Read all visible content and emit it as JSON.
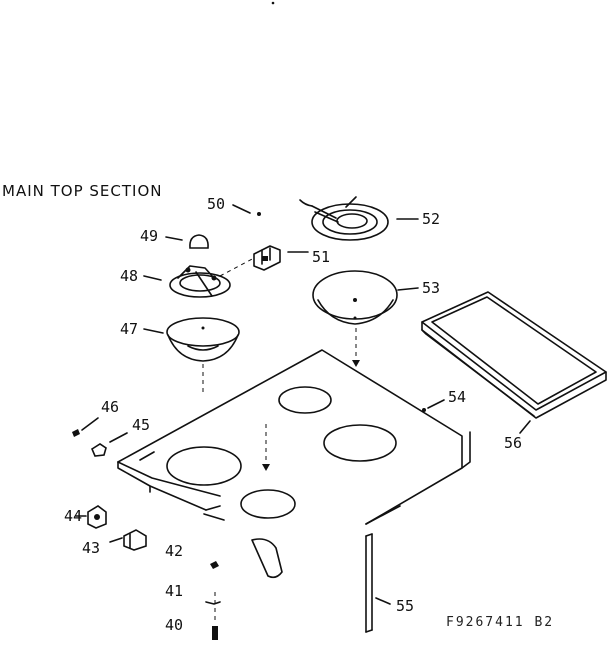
{
  "title": "MAIN TOP SECTION",
  "drawing_code": "F9267411 B2",
  "parts": {
    "p40": "40",
    "p41": "41",
    "p42": "42",
    "p43": "43",
    "p44": "44",
    "p45": "45",
    "p46": "46",
    "p47": "47",
    "p48": "48",
    "p49": "49",
    "p50": "50",
    "p51": "51",
    "p52": "52",
    "p53": "53",
    "p54": "54",
    "p55": "55",
    "p56": "56"
  }
}
